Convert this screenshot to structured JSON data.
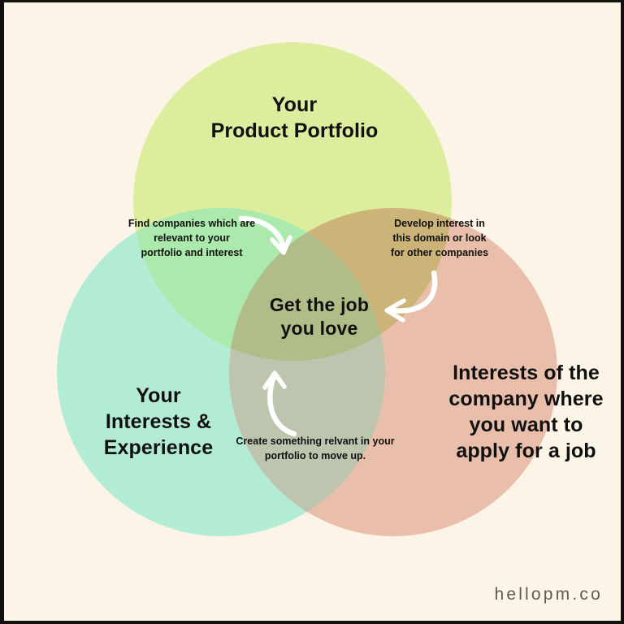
{
  "diagram": {
    "type": "venn-3-circle",
    "background_color": "#fdf4e8",
    "circles": [
      {
        "id": "product-portfolio",
        "label": "Your\nProduct Portfolio",
        "color": "#dcee9d",
        "position": "top"
      },
      {
        "id": "interests-experience",
        "label": "Your\nInterests &\nExperience",
        "color": "#b3ecd5",
        "position": "bottom-left"
      },
      {
        "id": "company-interests",
        "label": "Interests of the\ncompany where\nyou want to\napply for a job",
        "color": "#e9bfab",
        "position": "bottom-right"
      }
    ],
    "center_label": "Get the job\nyou love",
    "center_color": "#b0bd88",
    "overlaps": [
      {
        "id": "portfolio-interests",
        "pair": [
          "product-portfolio",
          "interests-experience"
        ],
        "color": "#abeaac",
        "note": "Find companies which are\nrelevant to your\nportfolio and interest"
      },
      {
        "id": "portfolio-company",
        "pair": [
          "product-portfolio",
          "company-interests"
        ],
        "color": "#ccb478",
        "note": "Develop interest in\nthis domain or look\nfor other companies"
      },
      {
        "id": "interests-company",
        "pair": [
          "interests-experience",
          "company-interests"
        ],
        "color": "#bec5af",
        "note": "Create something relvant in your\nportfolio to move up."
      }
    ],
    "arrows": [
      {
        "id": "arrow-left-to-center",
        "color": "#ffffff",
        "direction": "down-right"
      },
      {
        "id": "arrow-right-to-center",
        "color": "#ffffff",
        "direction": "left"
      },
      {
        "id": "arrow-bottom-to-center",
        "color": "#ffffff",
        "direction": "up"
      }
    ]
  },
  "watermark": {
    "text": "hellopm.co"
  }
}
